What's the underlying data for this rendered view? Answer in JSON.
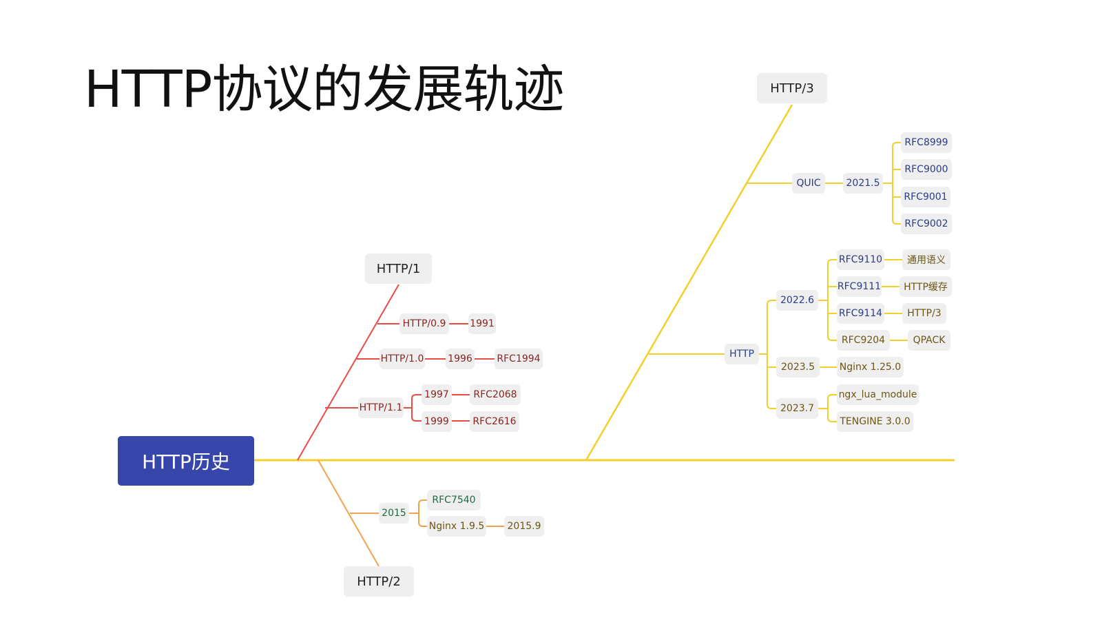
{
  "title": "HTTP协议的发展轨迹",
  "colors": {
    "root_bg": "#3646AB",
    "http1_branch": "#E94B45",
    "http2_branch": "#F4A14C",
    "main_axis": "#F2CF2A",
    "http3_branch": "#F2CF2A"
  },
  "root": "HTTP历史",
  "http1": {
    "label": "HTTP/1",
    "http09": {
      "label": "HTTP/0.9",
      "year": "1991"
    },
    "http10": {
      "label": "HTTP/1.0",
      "year": "1996",
      "rfc": "RFC1994"
    },
    "http11": {
      "label": "HTTP/1.1",
      "releases": [
        {
          "year": "1997",
          "rfc": "RFC2068"
        },
        {
          "year": "1999",
          "rfc": "RFC2616"
        }
      ]
    }
  },
  "http2": {
    "label": "HTTP/2",
    "year": "2015",
    "rfc": "RFC7540",
    "nginx": "Nginx 1.9.5",
    "nginx_date": "2015.9"
  },
  "http3": {
    "label": "HTTP/3",
    "quic": {
      "label": "QUIC",
      "date": "2021.5",
      "rfcs": [
        "RFC8999",
        "RFC9000",
        "RFC9001",
        "RFC9002"
      ]
    },
    "http": {
      "label": "HTTP",
      "d2022": {
        "date": "2022.6",
        "items": [
          {
            "rfc": "RFC9110",
            "desc": "通用语义"
          },
          {
            "rfc": "RFC9111",
            "desc": "HTTP缓存"
          },
          {
            "rfc": "RFC9114",
            "desc": "HTTP/3"
          },
          {
            "rfc": "RFC9204",
            "desc": "QPACK"
          }
        ]
      },
      "d2023_5": {
        "date": "2023.5",
        "item": "Nginx 1.25.0"
      },
      "d2023_7": {
        "date": "2023.7",
        "items": [
          "ngx_lua_module",
          "TENGINE 3.0.0"
        ]
      }
    }
  }
}
